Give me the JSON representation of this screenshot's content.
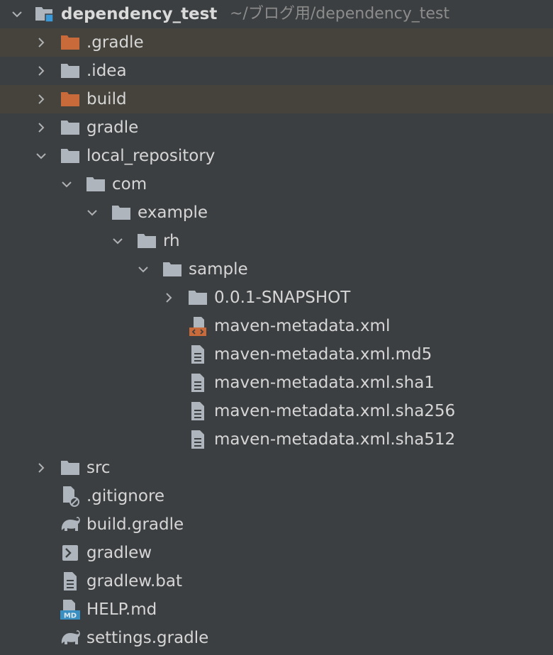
{
  "project": {
    "name": "dependency_test",
    "path": "~/ブログ用/dependency_test"
  },
  "items": [
    {
      "label": ".gradle"
    },
    {
      "label": ".idea"
    },
    {
      "label": "build"
    },
    {
      "label": "gradle"
    },
    {
      "label": "local_repository"
    },
    {
      "label": "com"
    },
    {
      "label": "example"
    },
    {
      "label": "rh"
    },
    {
      "label": "sample"
    },
    {
      "label": "0.0.1-SNAPSHOT"
    },
    {
      "label": "maven-metadata.xml"
    },
    {
      "label": "maven-metadata.xml.md5"
    },
    {
      "label": "maven-metadata.xml.sha1"
    },
    {
      "label": "maven-metadata.xml.sha256"
    },
    {
      "label": "maven-metadata.xml.sha512"
    },
    {
      "label": "src"
    },
    {
      "label": ".gitignore"
    },
    {
      "label": "build.gradle"
    },
    {
      "label": "gradlew"
    },
    {
      "label": "gradlew.bat"
    },
    {
      "label": "HELP.md"
    },
    {
      "label": "settings.gradle"
    }
  ],
  "icons": {
    "folder": "folder-icon",
    "excluded_folder": "excluded-folder-icon",
    "module": "module-folder-icon",
    "xml": "xml-file-icon",
    "text": "text-file-icon",
    "ignore": "gitignore-file-icon",
    "gradle": "gradle-elephant-icon",
    "shell": "shell-script-icon",
    "markdown": "markdown-file-icon"
  },
  "colors": {
    "background": "#3c3f41",
    "excluded_row": "#45433b",
    "excluded_folder": "#c96a3b",
    "folder": "#aeb5bd",
    "module_badge": "#3a9ad9",
    "text": "#d6d6d6",
    "path_text": "#8c8c8c"
  }
}
